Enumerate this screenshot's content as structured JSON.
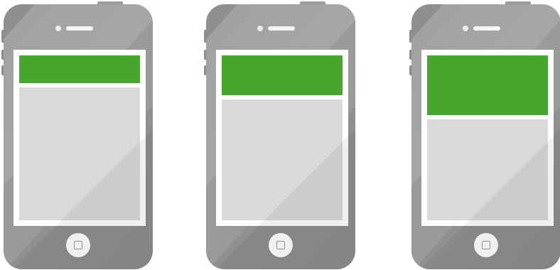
{
  "phones": [
    {
      "id": "phone-1",
      "header_fraction": 0.17
    },
    {
      "id": "phone-2",
      "header_fraction": 0.24
    },
    {
      "id": "phone-3",
      "header_fraction": 0.36
    }
  ],
  "colors": {
    "body": "#a2a2a2",
    "screen_border": "#ffffff",
    "header": "#46a62d",
    "content": "#d9d9d9",
    "home_button": "#ffffff",
    "speaker": "#f4f4f4"
  },
  "icons": {
    "home": "home-button-icon",
    "camera": "front-camera-icon",
    "speaker": "speaker-grille-icon"
  }
}
